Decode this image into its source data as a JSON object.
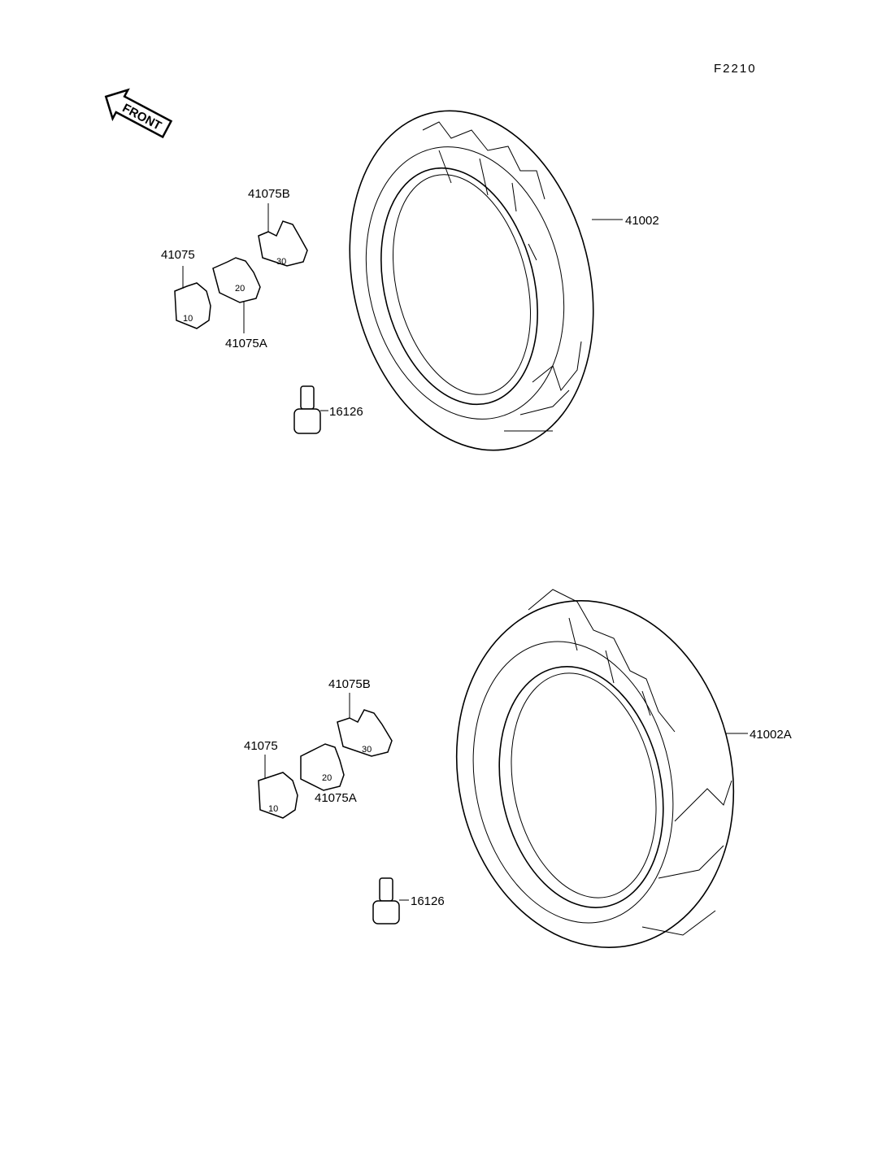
{
  "figure_code": "F2210",
  "front_arrow_label": "FRONT",
  "front_assembly": {
    "tire": "41002",
    "weight_b": "41075B",
    "weight": "41075",
    "weight_a": "41075A",
    "valve": "16126",
    "weight_marks": [
      "10",
      "20",
      "30"
    ]
  },
  "rear_assembly": {
    "tire": "41002A",
    "weight_b": "41075B",
    "weight": "41075",
    "weight_a": "41075A",
    "valve": "16126",
    "weight_marks": [
      "10",
      "20",
      "30"
    ]
  }
}
